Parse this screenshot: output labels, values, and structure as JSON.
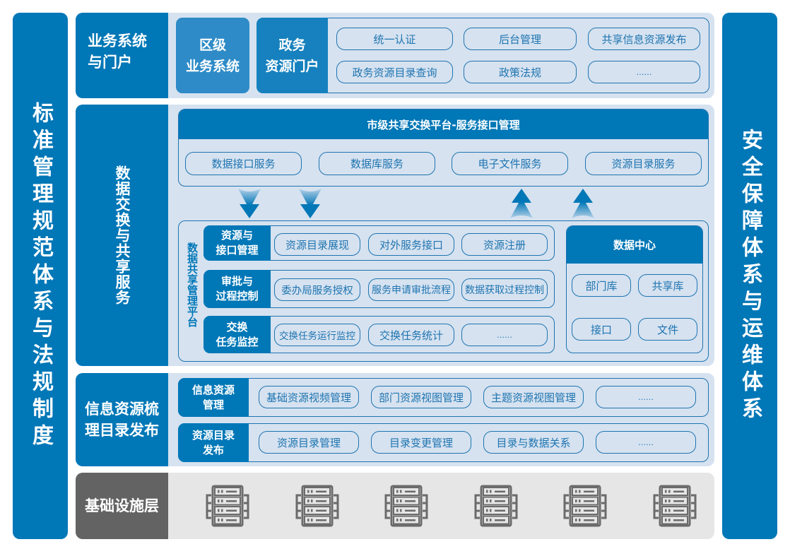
{
  "left_pillar": {
    "label": "标准管理规范体系与法规制度"
  },
  "right_pillar": {
    "label": "安全保障体系与运维体系"
  },
  "business_layer": {
    "label_line1": "业务系统",
    "label_line2": "与门户",
    "district": {
      "line1": "区级",
      "line2": "业务系统"
    },
    "portal": {
      "line1": "政务",
      "line2": "资源门户",
      "items": [
        "统一认证",
        "后台管理",
        "共享信息资源发布",
        "政务资源目录查询",
        "政策法规",
        "……"
      ]
    }
  },
  "exchange_layer": {
    "label": "数据交换与共享服务",
    "city_platform": {
      "title": "市级共享交换平台-服务接口管理",
      "services": [
        "数据接口服务",
        "数据库服务",
        "电子文件服务",
        "资源目录服务"
      ]
    },
    "arrows": {
      "down": [
        "down-arrow",
        "down-arrow"
      ],
      "up": [
        "up-arrow",
        "up-arrow"
      ]
    },
    "sharing_platform": {
      "label": "数据共享管理平台",
      "rows": [
        {
          "tag_line1": "资源与",
          "tag_line2": "接口管理",
          "items": [
            "资源目录展现",
            "对外服务接口",
            "资源注册"
          ]
        },
        {
          "tag_line1": "审批与",
          "tag_line2": "过程控制",
          "items": [
            "委办局服务授权",
            "服务申请审批流程",
            "数据获取过程控制"
          ]
        },
        {
          "tag_line1": "交换",
          "tag_line2": "任务监控",
          "items": [
            "交换任务运行监控",
            "交换任务统计",
            "……"
          ]
        }
      ]
    },
    "data_center": {
      "title": "数据中心",
      "items": [
        "部门库",
        "共享库",
        "接口",
        "文件"
      ]
    }
  },
  "catalog_layer": {
    "label_line1": "信息资源梳",
    "label_line2": "理目录发布",
    "rows": [
      {
        "tag_line1": "信息资源",
        "tag_line2": "管理",
        "items": [
          "基础资源视频管理",
          "部门资源视图管理",
          "主题资源视图管理",
          "……"
        ]
      },
      {
        "tag_line1": "资源目录",
        "tag_line2": "发布",
        "items": [
          "资源目录管理",
          "目录变更管理",
          "目录与数据关系",
          "……"
        ]
      }
    ]
  },
  "infra_layer": {
    "label": "基础设施层",
    "icons": [
      "server-rack-icon",
      "server-rack-icon",
      "server-rack-icon",
      "server-rack-icon",
      "server-rack-icon",
      "server-rack-icon"
    ]
  },
  "colors": {
    "primary": "#0077b7",
    "secondary": "#2e8bc7",
    "panel": "#d6e2f0",
    "outline": "#1e74b0",
    "infra_label": "#636363",
    "infra_panel": "#e6e6e6",
    "icon_gray": "#6b6b6b"
  }
}
